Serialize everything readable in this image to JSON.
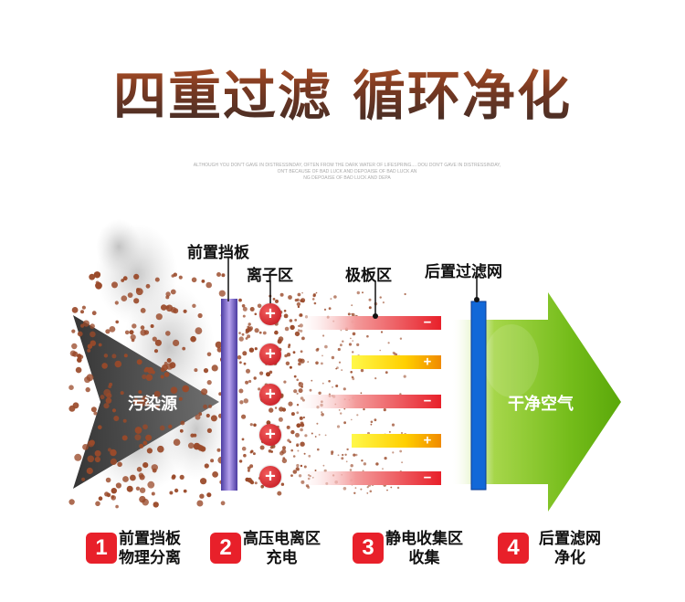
{
  "title": {
    "part1": "四重过滤",
    "part2": "循环净化"
  },
  "subtitle_lines": [
    "ALTHOUGH YOU DON'T GAVE IN DISTRESSINDAY, OFTEN FROM THE DARK WATER OF LIFESPRING.... DOU DON'T GAVE IN DISTRESSINDAY,",
    "ON'T BECAUSE OF BAD LUCK AND DEPOAISE OF BAD LUCK AN",
    "NG DEPOAISE OF BAD LUCK AND DEPA"
  ],
  "diagram": {
    "source_label": "污染源",
    "pre_filter_label": "前置挡板",
    "ion_zone_label": "离子区",
    "plate_zone_label": "极板区",
    "post_filter_label": "后置过滤网",
    "clean_air_label": "干净空气",
    "plus_symbol": "+",
    "minus_symbol": "−",
    "ion_charges": [
      "+",
      "+",
      "+",
      "+",
      "+"
    ],
    "plates": [
      {
        "sign": "−",
        "color": "#e8202a"
      },
      {
        "sign": "+",
        "color": "#f5a000"
      },
      {
        "sign": "−",
        "color": "#e8202a"
      },
      {
        "sign": "+",
        "color": "#f5a000"
      },
      {
        "sign": "−",
        "color": "#e8202a"
      }
    ]
  },
  "legend": [
    {
      "num": "1",
      "line1": "前置挡板",
      "line2": "物理分离"
    },
    {
      "num": "2",
      "line1": "高压电离区",
      "line2": "充电"
    },
    {
      "num": "3",
      "line1": "静电收集区",
      "line2": "收集"
    },
    {
      "num": "4",
      "line1": "后置滤网",
      "line2": "净化"
    }
  ],
  "colors": {
    "accent_red": "#e8202a",
    "arrow_green": "#7cc21e",
    "filter_blue": "#1268d8",
    "prefilter_purple": "#8a6ad0",
    "particle_brown": "#9a4a2a"
  }
}
